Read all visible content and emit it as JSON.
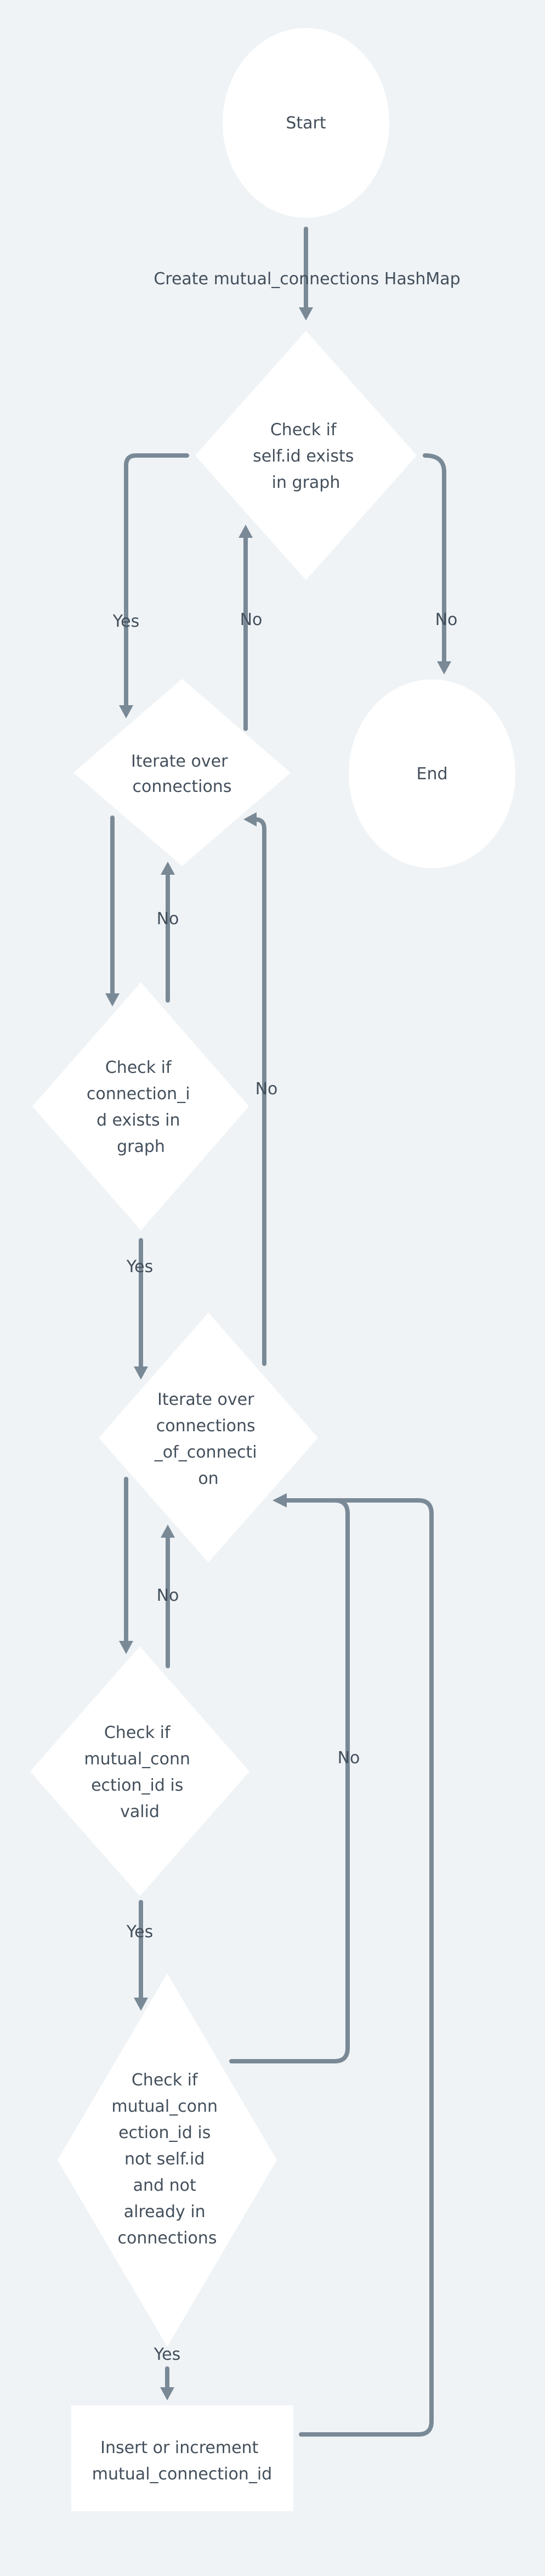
{
  "flowchart": {
    "nodes": {
      "start": {
        "label": "Start"
      },
      "check_self_id": {
        "label": "Check if self.id exists in graph"
      },
      "iterate_connections": {
        "label": "Iterate over connections"
      },
      "end": {
        "label": "End"
      },
      "check_connection_id": {
        "label": "Check if connection_id exists in graph"
      },
      "iterate_connections_of_connection": {
        "label": "Iterate over connections_of_connection"
      },
      "check_mutual_valid": {
        "label": "Check if mutual_connection_id is valid"
      },
      "check_mutual_not_self": {
        "label": "Check if mutual_connection_id is not self.id and not already in connections"
      },
      "insert_increment": {
        "label": "Insert or increment mutual_connection_id"
      }
    },
    "edges": {
      "start_to_check": {
        "label": "Create mutual_connections HashMap"
      },
      "check_to_iterate_yes": {
        "label": "Yes"
      },
      "iterate_to_check_no": {
        "label": "No"
      },
      "check_to_end_no": {
        "label": "No"
      },
      "iterate_to_connection_check": {
        "label": ""
      },
      "connection_check_to_iterate_no": {
        "label": "No"
      },
      "connection_check_to_coc_yes": {
        "label": "Yes"
      },
      "coc_to_iterate_no": {
        "label": "No"
      },
      "coc_to_valid": {
        "label": ""
      },
      "valid_to_coc_no": {
        "label": "No"
      },
      "valid_to_notself_yes": {
        "label": "Yes"
      },
      "notself_to_coc_no": {
        "label": "No"
      },
      "notself_to_insert_yes": {
        "label": "Yes"
      },
      "insert_to_coc": {
        "label": ""
      }
    }
  }
}
